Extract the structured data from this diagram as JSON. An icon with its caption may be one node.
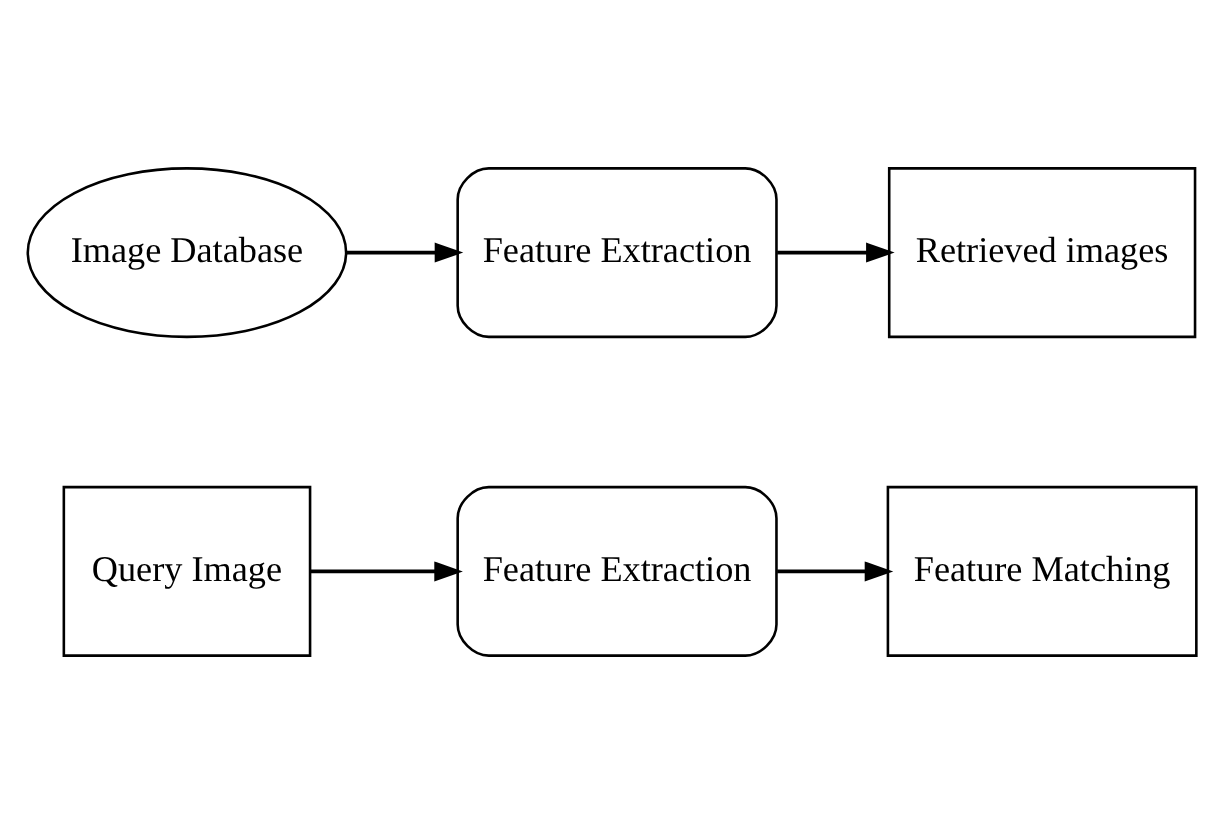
{
  "diagram": {
    "nodes": [
      {
        "text": [
          "Query Image"
        ]
      },
      {
        "text": [
          "Feature Extraction"
        ]
      },
      {
        "text": [
          "Feature Matching"
        ]
      },
      {
        "text": [
          "Image Database"
        ]
      },
      {
        "text": [
          "Feature Extraction"
        ]
      },
      {
        "text": [
          "Retrieved images"
        ]
      }
    ],
    "edges": [
      {
        "from": 0,
        "to": 1,
        "arrow": "to"
      },
      {
        "from": 1,
        "to": 2,
        "arrow": "to"
      },
      {
        "from": 3,
        "to": 4,
        "arrow": "to"
      },
      {
        "from": 4,
        "to": 5,
        "arrow": "to"
      }
    ]
  }
}
